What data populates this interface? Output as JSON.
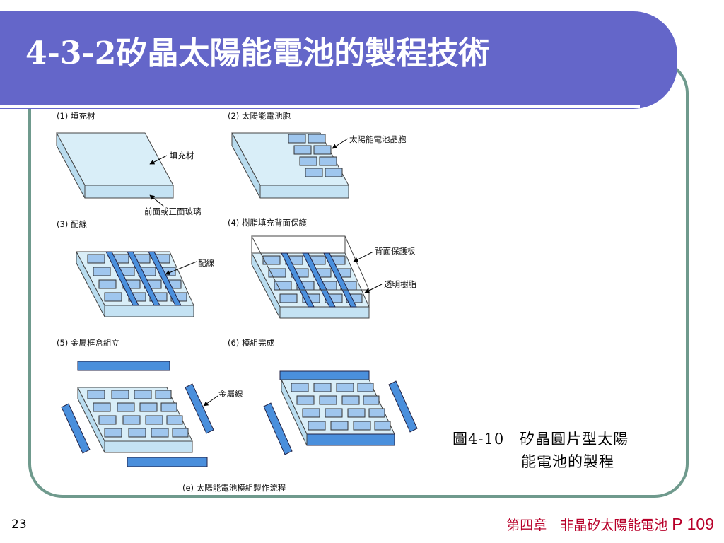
{
  "slide": {
    "title": "4-3-2矽晶太陽能電池的製程技術",
    "number": "23",
    "footer_chapter": "第四章　非晶矽太陽能電池",
    "footer_page": "P 109"
  },
  "figure": {
    "step1": "(1) 填充材",
    "step1_a": "填充材",
    "step1_b": "前面或正面玻璃",
    "step2": "(2) 太陽能電池胞",
    "step2_a": "太陽能電池晶胞",
    "step3": "(3) 配線",
    "step3_a": "配線",
    "step4": "(4) 樹脂填充背面保護",
    "step4_a": "背面保護板",
    "step4_b": "透明樹脂",
    "step5": "(5) 金屬框盒組立",
    "step5_a": "金屬線",
    "step6": "(6) 模組完成",
    "bottom": "(e) 太陽能電池模組製作流程"
  },
  "caption": {
    "line1": "圖4-10　矽晶圓片型太陽",
    "line2": "能電池的製程"
  },
  "colors": {
    "title_bar": "#6466c9",
    "frame": "#6f9a8d",
    "glass": "#d9eef8",
    "cell": "#9fc6ee",
    "wire": "#4a8fdc",
    "footer": "#b8002a"
  }
}
